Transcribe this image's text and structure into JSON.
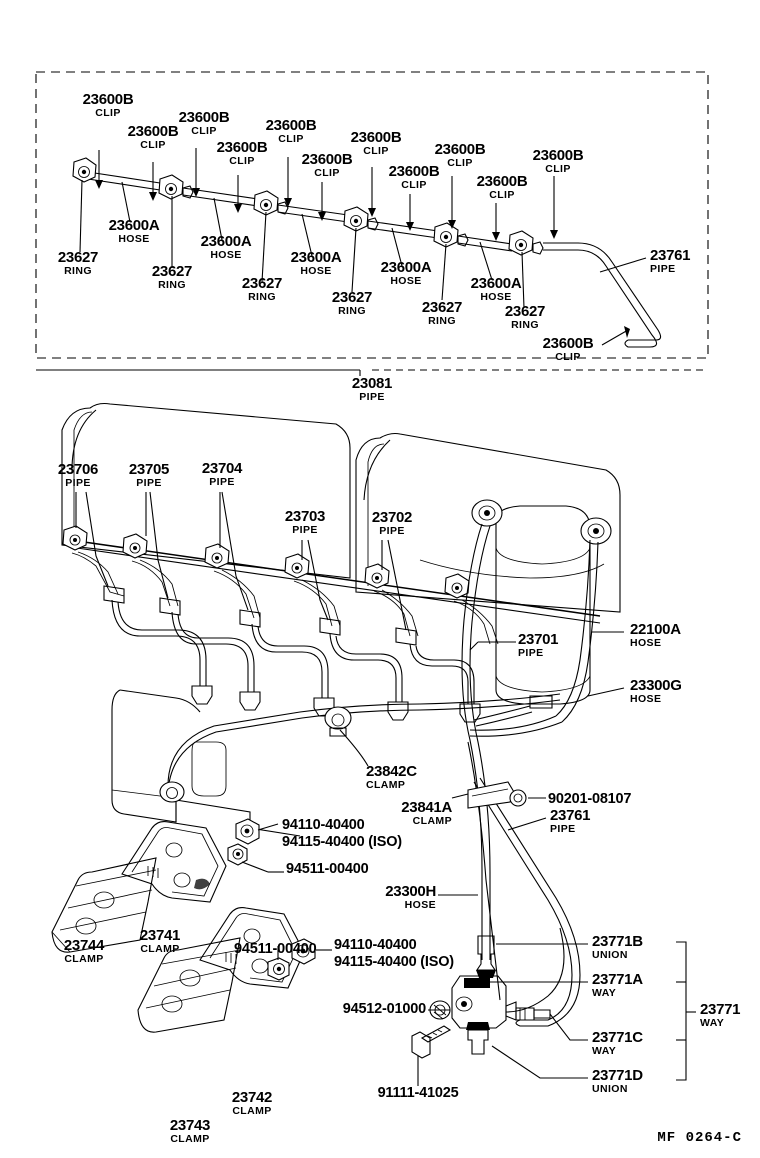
{
  "sheet": {
    "footer_code": "MF  0264-C",
    "ink": "#000000",
    "background": "#ffffff"
  },
  "top_panel": {
    "group_label": {
      "num": "23081",
      "sub": "PIPE"
    },
    "clips": [
      {
        "num": "23600B",
        "sub": "CLIP"
      },
      {
        "num": "23600B",
        "sub": "CLIP"
      },
      {
        "num": "23600B",
        "sub": "CLIP"
      },
      {
        "num": "23600B",
        "sub": "CLIP"
      },
      {
        "num": "23600B",
        "sub": "CLIP"
      },
      {
        "num": "23600B",
        "sub": "CLIP"
      },
      {
        "num": "23600B",
        "sub": "CLIP"
      },
      {
        "num": "23600B",
        "sub": "CLIP"
      },
      {
        "num": "23600B",
        "sub": "CLIP"
      },
      {
        "num": "23600B",
        "sub": "CLIP"
      },
      {
        "num": "23600B",
        "sub": "CLIP"
      }
    ],
    "hoses": [
      {
        "num": "23600A",
        "sub": "HOSE"
      },
      {
        "num": "23600A",
        "sub": "HOSE"
      },
      {
        "num": "23600A",
        "sub": "HOSE"
      },
      {
        "num": "23600A",
        "sub": "HOSE"
      },
      {
        "num": "23600A",
        "sub": "HOSE"
      }
    ],
    "rings": [
      {
        "num": "23627",
        "sub": "RING"
      },
      {
        "num": "23627",
        "sub": "RING"
      },
      {
        "num": "23627",
        "sub": "RING"
      },
      {
        "num": "23627",
        "sub": "RING"
      },
      {
        "num": "23627",
        "sub": "RING"
      },
      {
        "num": "23627",
        "sub": "RING"
      }
    ],
    "pipe_right": {
      "num": "23761",
      "sub": "PIPE"
    }
  },
  "engine_panel": {
    "injector_pipes": [
      {
        "num": "23706",
        "sub": "PIPE"
      },
      {
        "num": "23705",
        "sub": "PIPE"
      },
      {
        "num": "23704",
        "sub": "PIPE"
      },
      {
        "num": "23703",
        "sub": "PIPE"
      },
      {
        "num": "23702",
        "sub": "PIPE"
      },
      {
        "num": "23701",
        "sub": "PIPE"
      }
    ],
    "filter_hoses": [
      {
        "num": "22100A",
        "sub": "HOSE"
      },
      {
        "num": "23300G",
        "sub": "HOSE"
      },
      {
        "num": "23300H",
        "sub": "HOSE"
      }
    ],
    "clamps": [
      {
        "num": "23842C",
        "sub": "CLAMP"
      },
      {
        "num": "23841A",
        "sub": "CLAMP"
      }
    ],
    "fasteners": [
      {
        "num": "90201-08107",
        "sub": ""
      }
    ],
    "pipe_mid": {
      "num": "23761",
      "sub": "PIPE"
    }
  },
  "clamp_panel": {
    "clamps": [
      {
        "num": "23744",
        "sub": "CLAMP"
      },
      {
        "num": "23741",
        "sub": "CLAMP"
      },
      {
        "num": "23742",
        "sub": "CLAMP"
      },
      {
        "num": "23743",
        "sub": "CLAMP"
      }
    ],
    "upper_nut_line1": "94110-40400",
    "upper_nut_line2": "94115-40400 (ISO)",
    "upper_washer": "94511-00400",
    "lower_washer": "94511-00400",
    "lower_nut_line1": "94110-40400",
    "lower_nut_line2": "94115-40400 (ISO)"
  },
  "union_panel": {
    "gasket": "94512-01000",
    "bolt": "91111-41025",
    "parts": [
      {
        "num": "23771B",
        "sub": "UNION"
      },
      {
        "num": "23771A",
        "sub": "WAY"
      },
      {
        "num": "23771C",
        "sub": "WAY"
      },
      {
        "num": "23771D",
        "sub": "UNION"
      }
    ],
    "group": {
      "num": "23771",
      "sub": "WAY"
    }
  }
}
